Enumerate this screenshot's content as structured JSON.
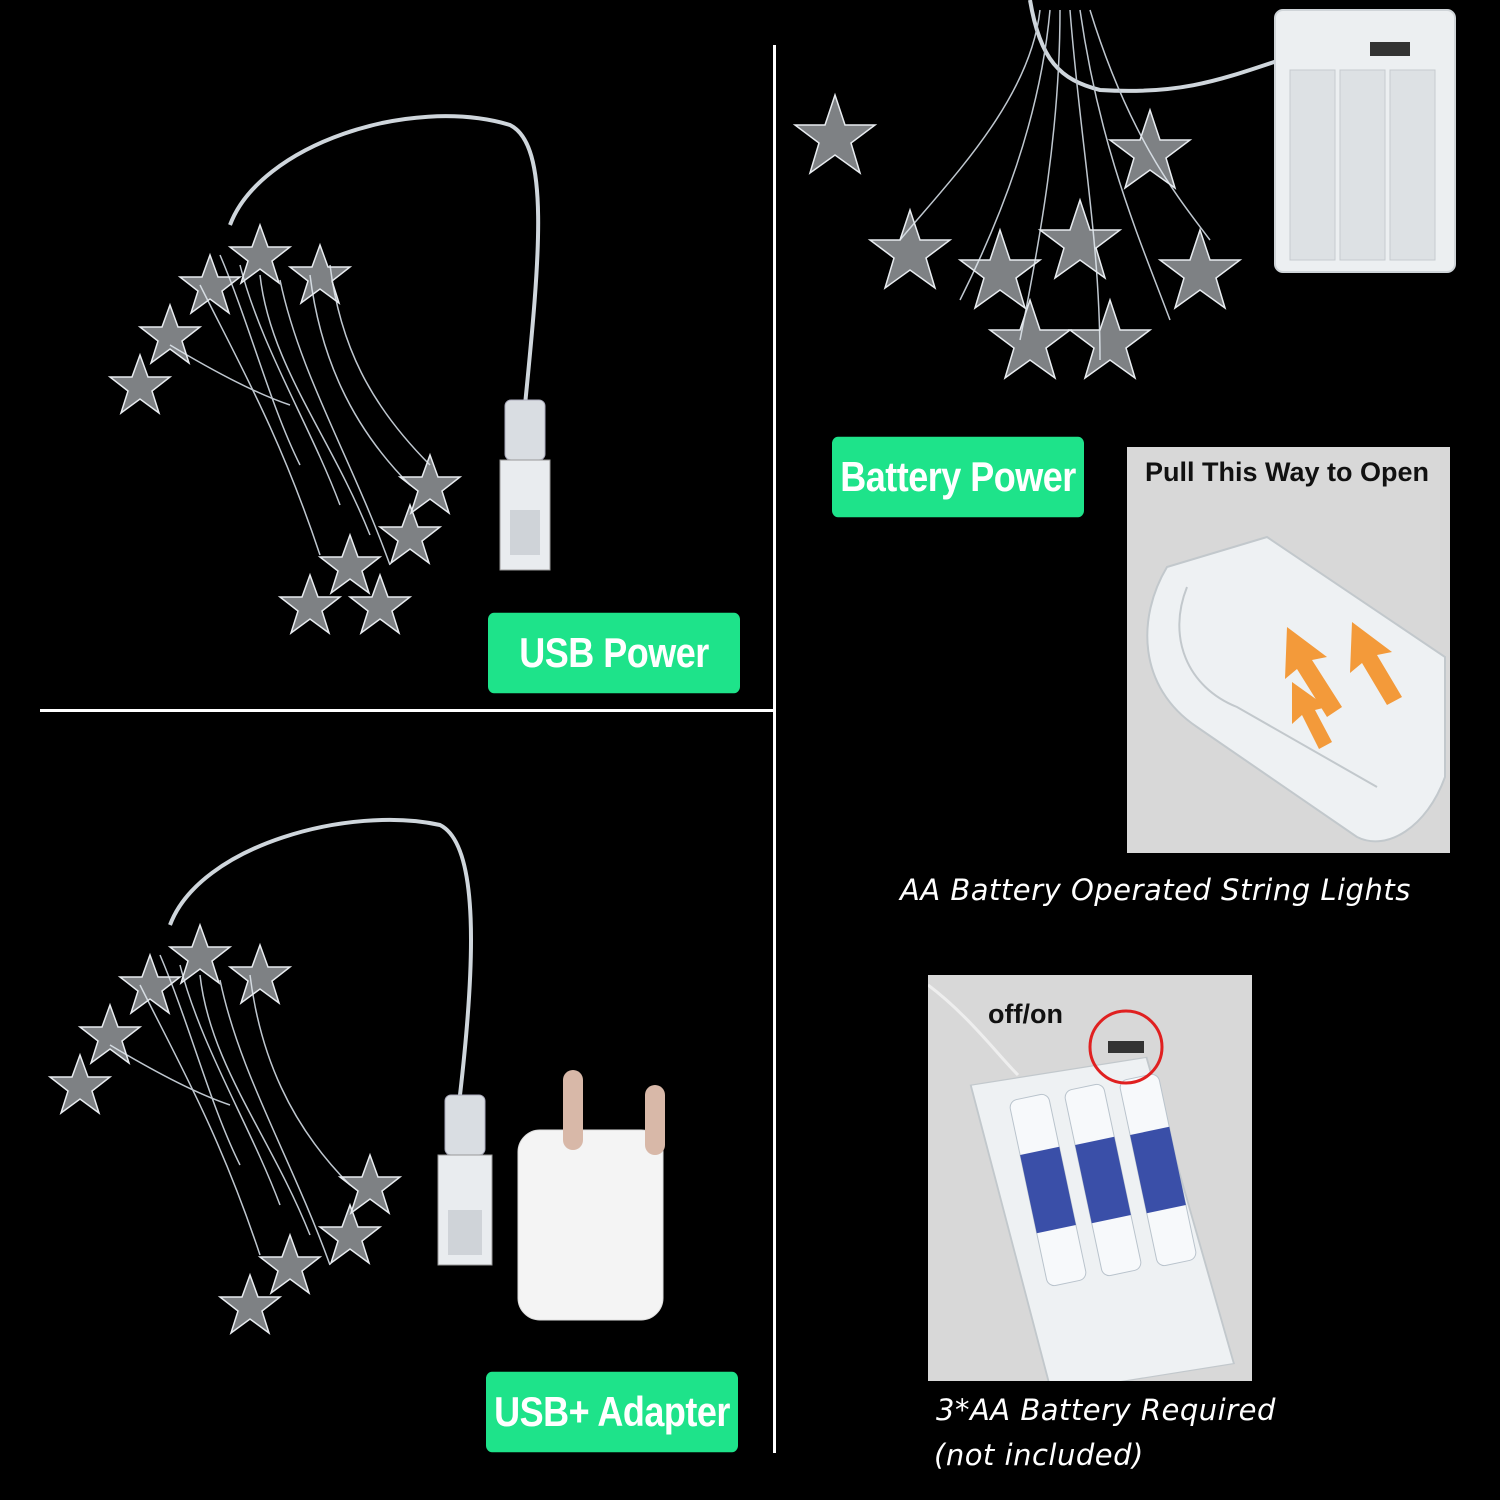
{
  "badges": {
    "usb_power": "USB Power",
    "battery_power": "Battery Power",
    "usb_adapter": "USB+ Adapter"
  },
  "pull_panel": {
    "label": "Pull  This Way to Open"
  },
  "switch_panel": {
    "label": "off/on"
  },
  "captions": {
    "aa_operated": "AA Battery Operated String Lights",
    "battery_required_line1": "3*AA Battery Required",
    "battery_required_line2": "(not included)"
  },
  "colors": {
    "background": "#000000",
    "badge_green": "#1ee38a",
    "arrow_orange": "#f39a3a",
    "switch_circle": "#e02020"
  }
}
